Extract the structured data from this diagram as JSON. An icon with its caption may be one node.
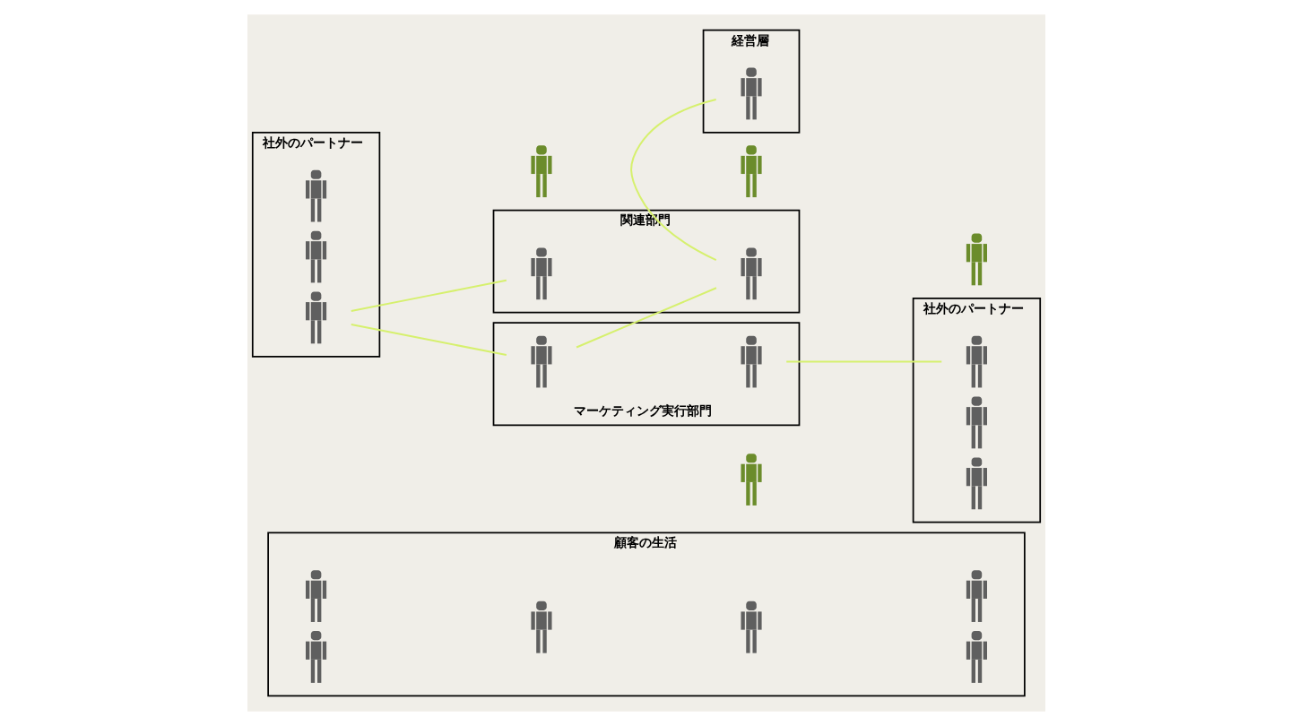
{
  "diagram": {
    "nodes": [
      {
        "text": [
          "経営層"
        ]
      },
      {
        "text": [],
        "shape": "person",
        "in": 0
      },
      {
        "text": [],
        "shape": "person"
      },
      {
        "text": [
          "社外のパートナー"
        ]
      },
      {
        "text": [],
        "shape": "person",
        "in": 3
      },
      {
        "text": [],
        "shape": "person",
        "in": 3
      },
      {
        "text": [],
        "shape": "person",
        "in": 3
      },
      {
        "text": [],
        "shape": "person"
      },
      {
        "text": [
          "関連部門"
        ]
      },
      {
        "text": [],
        "shape": "person",
        "in": 8
      },
      {
        "text": [],
        "shape": "person",
        "in": 8
      },
      {
        "text": [],
        "shape": "person"
      },
      {
        "text": [
          "社外のパートナー"
        ]
      },
      {
        "text": [],
        "shape": "person",
        "in": 12
      },
      {
        "text": [],
        "shape": "person",
        "in": 12
      },
      {
        "text": [],
        "shape": "person",
        "in": 12
      },
      {
        "text": [
          "マーケティング実行部門"
        ]
      },
      {
        "text": [],
        "shape": "person",
        "in": 16
      },
      {
        "text": [],
        "shape": "person",
        "in": 16
      },
      {
        "text": [],
        "shape": "person"
      },
      {
        "text": [
          "顧客の生活"
        ]
      },
      {
        "text": [],
        "shape": "person",
        "in": 20
      },
      {
        "text": [],
        "shape": "person",
        "in": 20
      },
      {
        "text": [],
        "shape": "person",
        "in": 20
      },
      {
        "text": [],
        "shape": "person",
        "in": 20
      },
      {
        "text": [],
        "shape": "person",
        "in": 20
      },
      {
        "text": [],
        "shape": "person",
        "in": 20
      }
    ],
    "edges": [
      {
        "from": 1,
        "to": 10,
        "arrow": "none"
      },
      {
        "from": 6,
        "to": 9,
        "arrow": "none"
      },
      {
        "from": 6,
        "to": 17,
        "arrow": "none"
      },
      {
        "from": 17,
        "to": 10,
        "arrow": "none"
      },
      {
        "from": 18,
        "to": 13,
        "arrow": "none"
      }
    ]
  }
}
